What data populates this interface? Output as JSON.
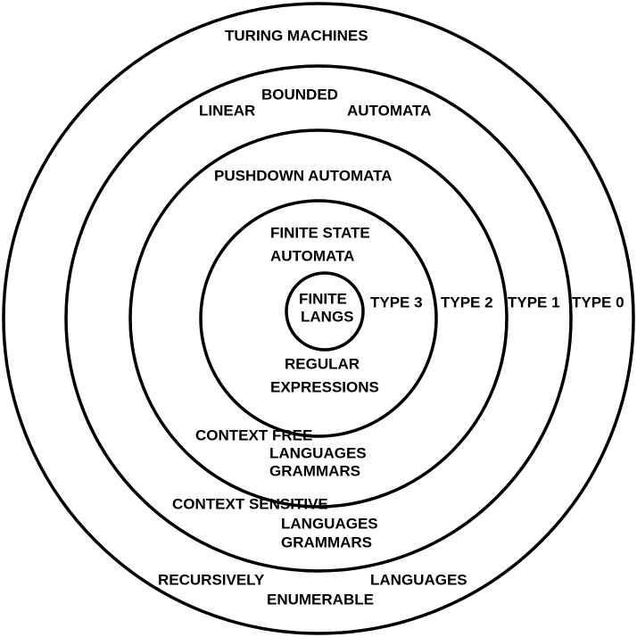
{
  "rings": [
    {
      "name": "turing-machines",
      "type_label": "TYPE 0"
    },
    {
      "name": "linear-bounded-automata",
      "type_label": "TYPE 1"
    },
    {
      "name": "pushdown-automata",
      "type_label": "TYPE 2"
    },
    {
      "name": "finite-state-automata",
      "type_label": "TYPE 3"
    },
    {
      "name": "finite-langs",
      "type_label": ""
    }
  ],
  "labels": {
    "turing_machines": "TURING MACHINES",
    "linear": "LINEAR",
    "bounded": "BOUNDED",
    "automata_lba": "AUTOMATA",
    "pushdown_automata": "PUSHDOWN AUTOMATA",
    "finite_state": "FINITE STATE",
    "automata_fsa": "AUTOMATA",
    "finite": "FINITE",
    "langs": "LANGS",
    "type3": "TYPE 3",
    "type2": "TYPE 2",
    "type1": "TYPE 1",
    "type0": "TYPE 0",
    "regular": "REGULAR",
    "expressions": "EXPRESSIONS",
    "context_free": "CONTEXT FREE",
    "cf_languages": "LANGUAGES",
    "cf_grammars": "GRAMMARS",
    "context_sensitive": "CONTEXT SENSITIVE",
    "cs_languages": "LANGUAGES",
    "cs_grammars": "GRAMMARS",
    "recursively": "RECURSIVELY",
    "enumerable": "ENUMERABLE",
    "re_languages": "LANGUAGES"
  },
  "colors": {
    "stroke": "#000000",
    "text": "#000000",
    "background": "#ffffff"
  }
}
